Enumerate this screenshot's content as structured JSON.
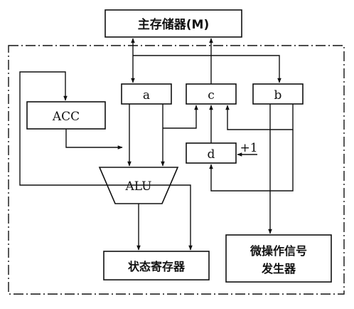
{
  "main_memory": "主存储器(M)",
  "registers": {
    "a": "a",
    "b": "b",
    "c": "c",
    "d": "d",
    "acc": "ACC"
  },
  "alu": "ALU",
  "increment": "+1",
  "status_register": "状态寄存器",
  "micro_op_generator": {
    "line1": "微操作信号",
    "line2": "发生器"
  }
}
